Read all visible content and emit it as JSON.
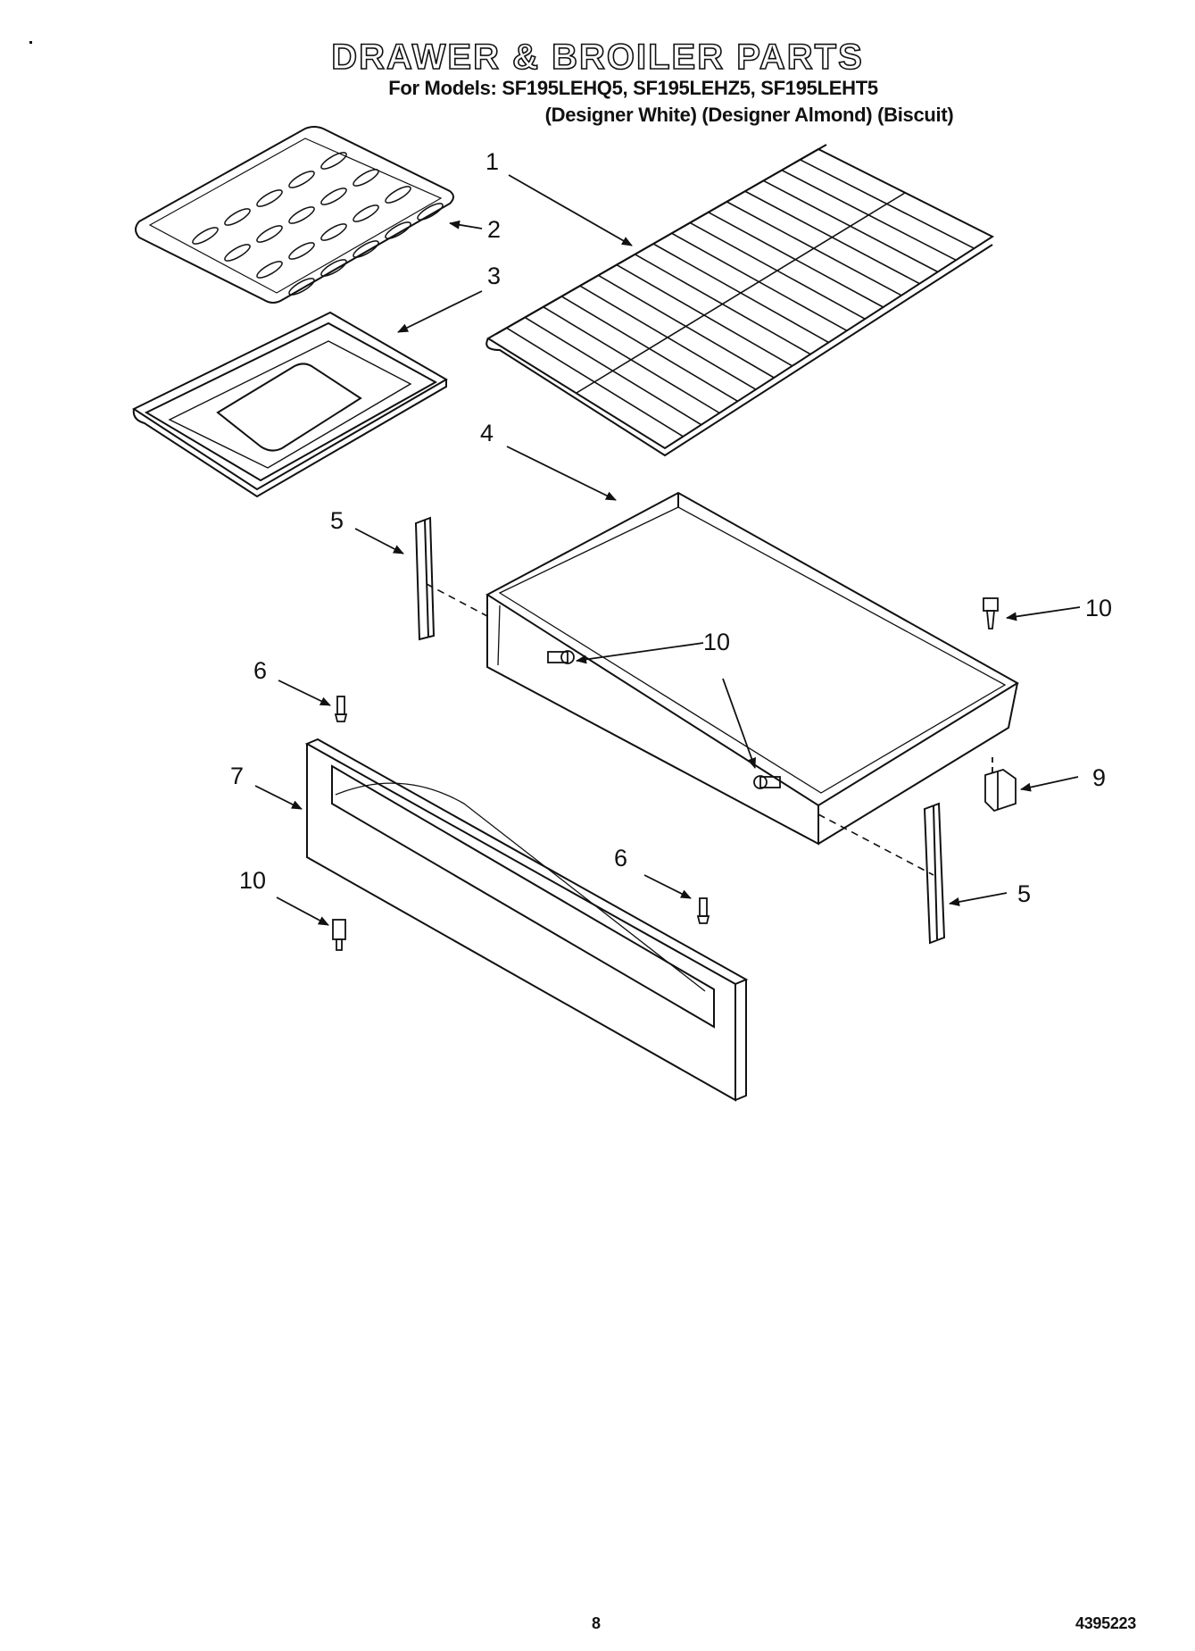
{
  "header": {
    "title": "DRAWER & BROILER PARTS",
    "models": "For Models: SF195LEHQ5, SF195LEHZ5, SF195LEHT5",
    "colors": "(Designer White) (Designer Almond) (Biscuit)"
  },
  "callouts": {
    "c1": "1",
    "c2": "2",
    "c3": "3",
    "c4": "4",
    "c5a": "5",
    "c5b": "5",
    "c6a": "6",
    "c6b": "6",
    "c7": "7",
    "c9": "9",
    "c10a": "10",
    "c10b": "10",
    "c10c": "10"
  },
  "footer": {
    "page_number": "8",
    "document_number": "4395223"
  }
}
